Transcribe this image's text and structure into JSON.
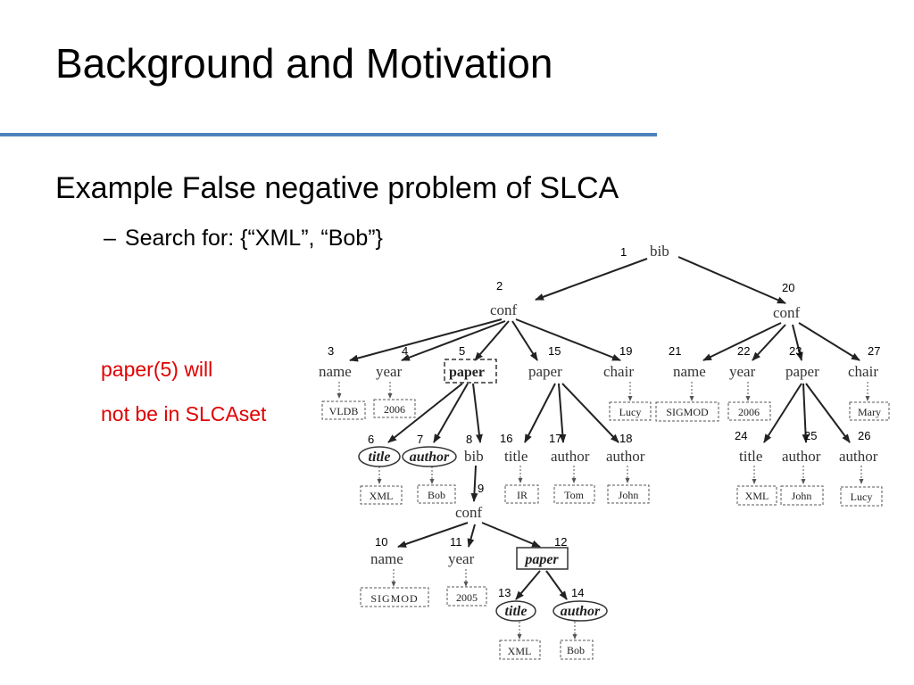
{
  "slide": {
    "title": "Background and Motivation",
    "bullet": "Example False negative problem of SLCA",
    "sub_dash": "–",
    "sub_bullet": "Search for: {“XML”, “Bob”}",
    "note_line1": "paper(5) will",
    "note_line2": "not be in SLCAset",
    "accent_color": "#4f81bd",
    "note_color": "#e00000"
  },
  "tree": {
    "nodes": [
      {
        "id": "1",
        "label": "bib"
      },
      {
        "id": "2",
        "label": "conf"
      },
      {
        "id": "3",
        "label": "name",
        "value": "VLDB"
      },
      {
        "id": "4",
        "label": "year",
        "value": "2006"
      },
      {
        "id": "5",
        "label": "paper"
      },
      {
        "id": "6",
        "label": "title",
        "value": "XML"
      },
      {
        "id": "7",
        "label": "author",
        "value": "Bob"
      },
      {
        "id": "8",
        "label": "bib"
      },
      {
        "id": "9",
        "label": "conf"
      },
      {
        "id": "10",
        "label": "name",
        "value": "SIGMOD"
      },
      {
        "id": "11",
        "label": "year",
        "value": "2005"
      },
      {
        "id": "12",
        "label": "paper"
      },
      {
        "id": "13",
        "label": "title",
        "value": "XML"
      },
      {
        "id": "14",
        "label": "author",
        "value": "Bob"
      },
      {
        "id": "15",
        "label": "paper"
      },
      {
        "id": "16",
        "label": "title",
        "value": "IR"
      },
      {
        "id": "17",
        "label": "author",
        "value": "Tom"
      },
      {
        "id": "18",
        "label": "author",
        "value": "John"
      },
      {
        "id": "19",
        "label": "chair",
        "value": "Lucy"
      },
      {
        "id": "20",
        "label": "conf"
      },
      {
        "id": "21",
        "label": "name",
        "value": "SIGMOD"
      },
      {
        "id": "22",
        "label": "year",
        "value": "2006"
      },
      {
        "id": "23",
        "label": "paper"
      },
      {
        "id": "24",
        "label": "title",
        "value": "XML"
      },
      {
        "id": "25",
        "label": "author",
        "value": "John"
      },
      {
        "id": "26",
        "label": "author",
        "value": "Lucy"
      },
      {
        "id": "27",
        "label": "chair",
        "value": "Mary"
      }
    ]
  }
}
